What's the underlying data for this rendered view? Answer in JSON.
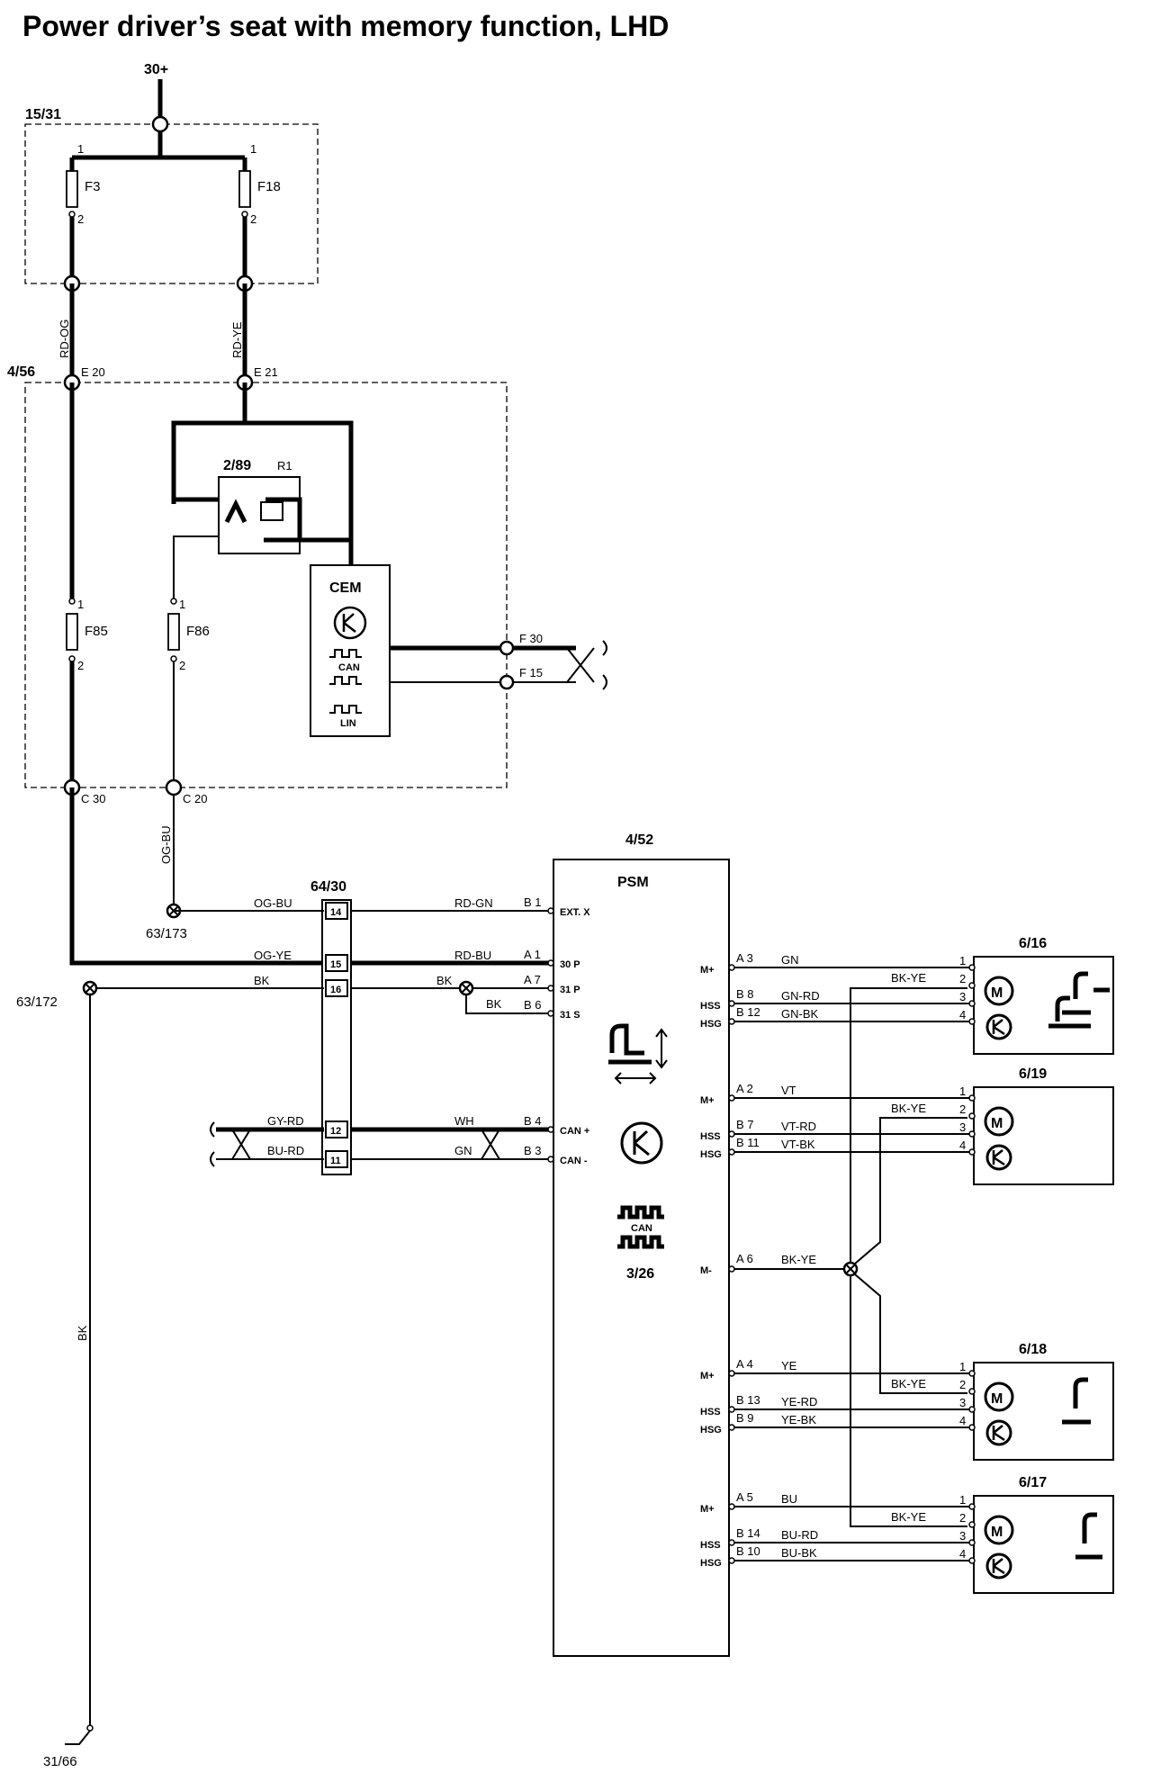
{
  "title": "Power driver’s seat with memory function, LHD",
  "supply": {
    "terminal_30": "30+",
    "ground_terminal": "31/66",
    "splice_173": "63/173",
    "splice_172": "63/172"
  },
  "fuse_box_upper": {
    "id": "15/31",
    "fuses": [
      {
        "name": "F3",
        "pin_in": "1",
        "pin_out": "2"
      },
      {
        "name": "F18",
        "pin_in": "1",
        "pin_out": "2"
      }
    ]
  },
  "wires_upper": {
    "left": "RD-OG",
    "right": "RD-YE",
    "down": "OG-BU",
    "ground": "BK"
  },
  "cem_box": {
    "id": "4/56",
    "conn_in_left": "E 20",
    "conn_in_right": "E 21",
    "conn_out_left": "C 30",
    "conn_out_right": "C 20",
    "relay_id": "2/89",
    "relay_name": "R1",
    "module": "CEM",
    "can_label": "CAN",
    "lin_label": "LIN",
    "conn_f30": "F 30",
    "conn_f15": "F 15",
    "fuses": [
      {
        "name": "F85",
        "pin_in": "1",
        "pin_out": "2"
      },
      {
        "name": "F86",
        "pin_in": "1",
        "pin_out": "2"
      }
    ]
  },
  "connector": {
    "id": "64/30",
    "pins": [
      "14",
      "15",
      "16",
      "12",
      "11"
    ],
    "left_wires": [
      "OG-BU",
      "OG-YE",
      "BK",
      "GY-RD",
      "BU-RD"
    ],
    "right_wires": [
      "RD-GN",
      "RD-BU",
      "BK",
      "WH",
      "GN"
    ]
  },
  "psm": {
    "id": "4/52",
    "name": "PSM",
    "sub_id": "3/26",
    "can_label": "CAN",
    "extra_ground_wire": "BK",
    "left_pins": [
      {
        "pin": "B 1",
        "label": "EXT. X"
      },
      {
        "pin": "A 1",
        "label": "30 P"
      },
      {
        "pin": "A 7",
        "label": "31 P"
      },
      {
        "pin": "B 6",
        "label": "31 S"
      },
      {
        "pin": "B 4",
        "label": "CAN +"
      },
      {
        "pin": "B 3",
        "label": "CAN -"
      }
    ],
    "m_minus": {
      "pin": "A 6",
      "label": "M-",
      "wire": "BK-YE"
    }
  },
  "motors": [
    {
      "id": "6/16",
      "pins": [
        {
          "pin": "A 3",
          "label": "M+",
          "wire": "GN"
        },
        {
          "pin": "B 8",
          "label": "HSS",
          "wire": "GN-RD"
        },
        {
          "pin": "B 12",
          "label": "HSG",
          "wire": "GN-BK"
        }
      ],
      "ground_wire": "BK-YE",
      "terminals": [
        "1",
        "2",
        "3",
        "4"
      ]
    },
    {
      "id": "6/19",
      "pins": [
        {
          "pin": "A 2",
          "label": "M+",
          "wire": "VT"
        },
        {
          "pin": "B 7",
          "label": "HSS",
          "wire": "VT-RD"
        },
        {
          "pin": "B 11",
          "label": "HSG",
          "wire": "VT-BK"
        }
      ],
      "ground_wire": "BK-YE",
      "terminals": [
        "1",
        "2",
        "3",
        "4"
      ]
    },
    {
      "id": "6/18",
      "pins": [
        {
          "pin": "A 4",
          "label": "M+",
          "wire": "YE"
        },
        {
          "pin": "B 13",
          "label": "HSS",
          "wire": "YE-RD"
        },
        {
          "pin": "B 9",
          "label": "HSG",
          "wire": "YE-BK"
        }
      ],
      "ground_wire": "BK-YE",
      "terminals": [
        "1",
        "2",
        "3",
        "4"
      ]
    },
    {
      "id": "6/17",
      "pins": [
        {
          "pin": "A 5",
          "label": "M+",
          "wire": "BU"
        },
        {
          "pin": "B 14",
          "label": "HSS",
          "wire": "BU-RD"
        },
        {
          "pin": "B 10",
          "label": "HSG",
          "wire": "BU-BK"
        }
      ],
      "ground_wire": "BK-YE",
      "terminals": [
        "1",
        "2",
        "3",
        "4"
      ]
    }
  ]
}
